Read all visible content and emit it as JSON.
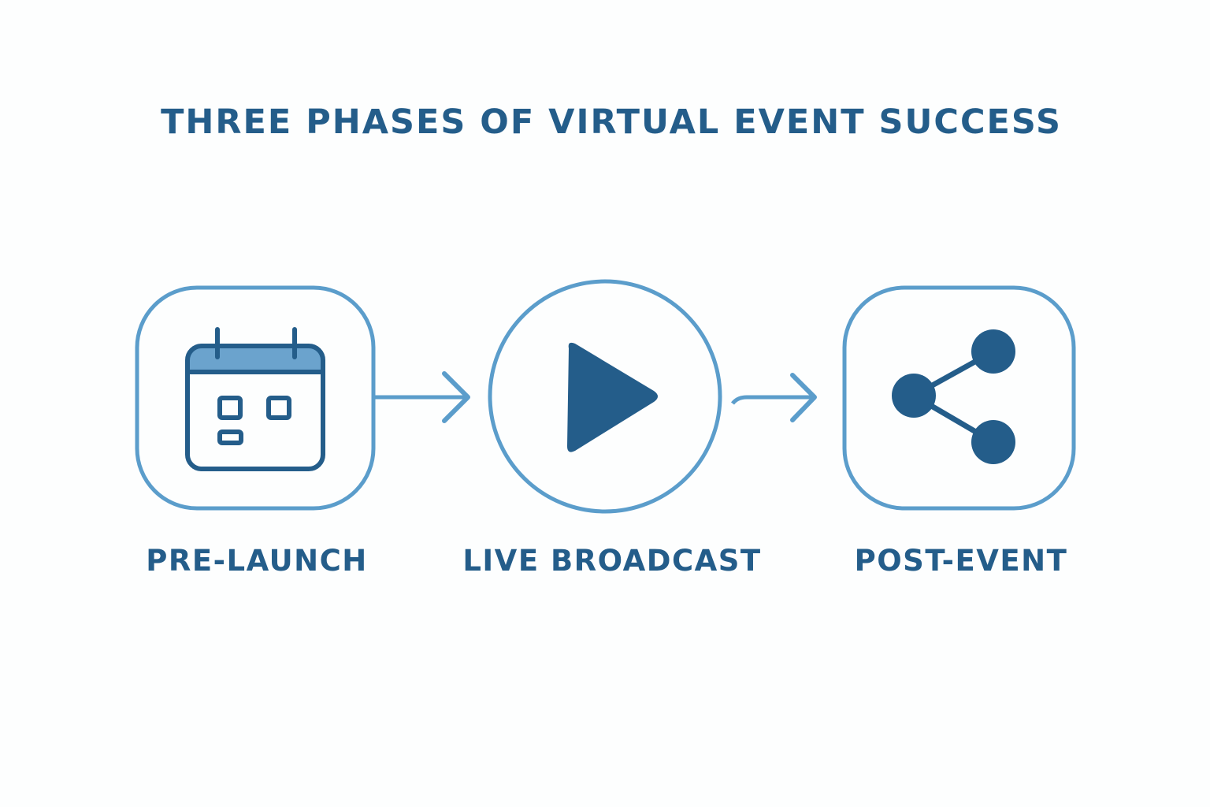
{
  "title": "THREE PHASES OF VIRTUAL EVENT SUCCESS",
  "colors": {
    "dark": "#245d8a",
    "light": "#5b9dcb",
    "header_fill": "#6ba3cd",
    "background": "#fdfefe"
  },
  "phases": [
    {
      "label": "PRE-LAUNCH",
      "icon": "calendar-icon"
    },
    {
      "label": "LIVE BROADCAST",
      "icon": "play-icon"
    },
    {
      "label": "POST-EVENT",
      "icon": "share-icon"
    }
  ]
}
